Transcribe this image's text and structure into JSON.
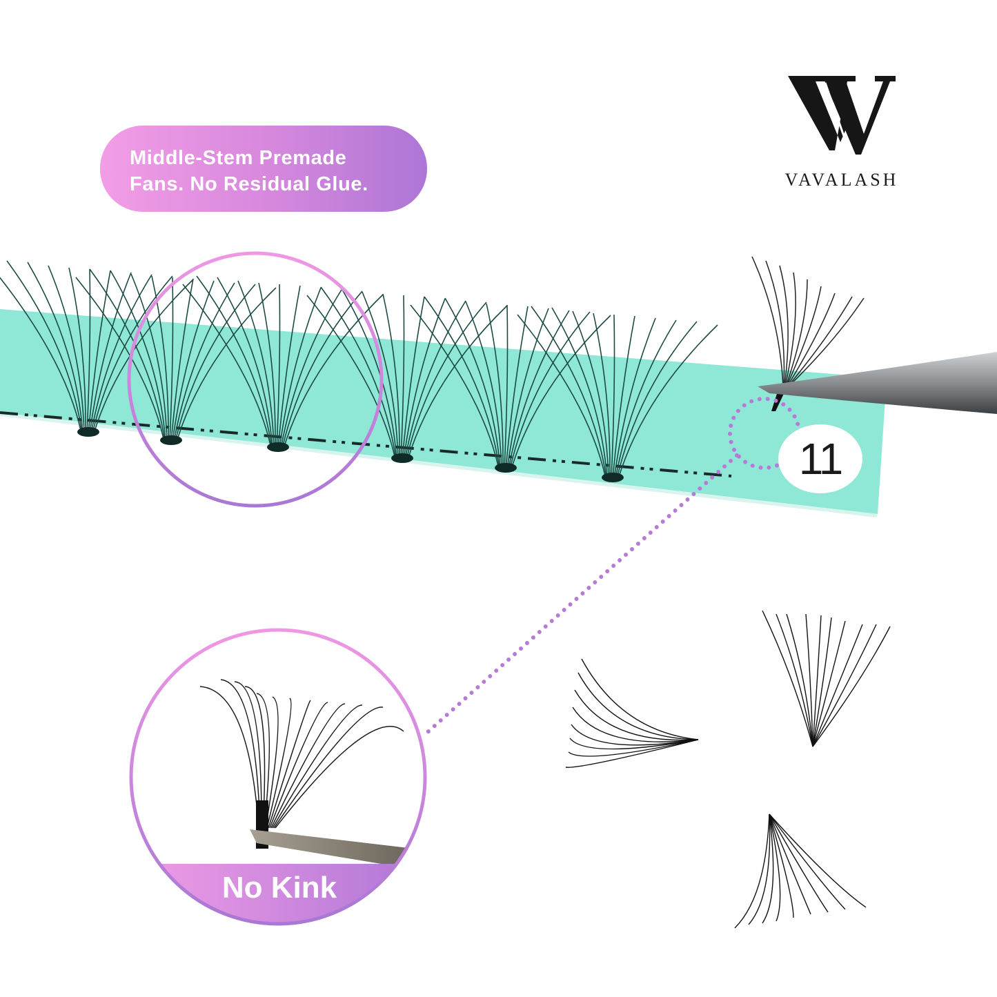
{
  "brand": {
    "name": "VAVALASH",
    "monogram": "VW"
  },
  "callout_top": {
    "line1": "Middle-Stem Premade",
    "line2": "Fans. No Residual Glue.",
    "gradient_start": "#f29de6",
    "gradient_end": "#ad76d6"
  },
  "tray": {
    "color": "#8ee8d5",
    "length_label": "11",
    "fan_count": 7
  },
  "detail_circle": {
    "label": "No Kink",
    "border_color": "#c98be0"
  },
  "loose_fans": {
    "count": 3
  },
  "colors": {
    "accent_purple": "#b57ad8",
    "accent_pink": "#ee96e3",
    "tray_teal": "#8ee8d5",
    "lash_black": "#111111"
  }
}
